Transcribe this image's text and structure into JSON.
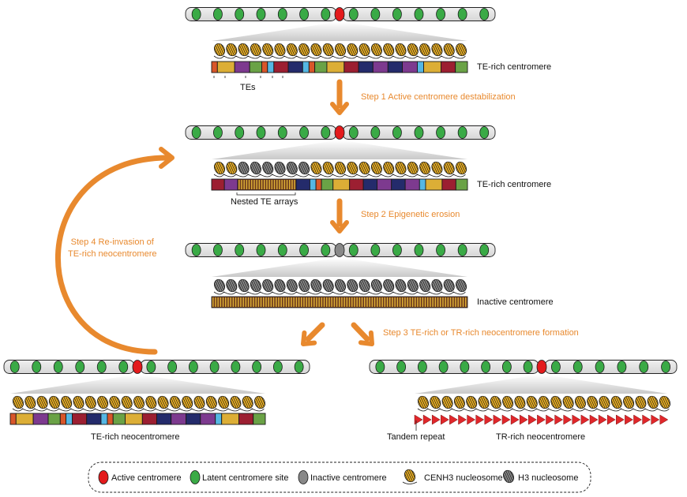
{
  "colors": {
    "active": "#e31a1c",
    "latent": "#3aaa46",
    "inactive": "#888888",
    "chromosome": "#e6e6e6",
    "arrow": "#e8892e",
    "cenh3": "#f0b323",
    "h3": "#8c8c8c",
    "tandem_repeat": "#e0272b",
    "te_palette": {
      "O": "#d9562a",
      "Y": "#dcae36",
      "P": "#7d3a8f",
      "G": "#6aa246",
      "C": "#55b7e3",
      "R": "#9c1f31",
      "N": "#242b6b"
    }
  },
  "panels": {
    "panel1": {
      "label": "TE-rich centromere",
      "te_pattern": [
        "O",
        "Y",
        "P",
        "G",
        "O",
        "C",
        "R",
        "N",
        "C",
        "O",
        "G",
        "Y",
        "R",
        "N",
        "P",
        "N",
        "P",
        "C",
        "Y",
        "R",
        "G"
      ],
      "te_tick_label": "TEs",
      "centromere_state": "active"
    },
    "panel2": {
      "label": "TE-rich centromere",
      "nested_label": "Nested TE arrays",
      "centromere_state": "active"
    },
    "panel3": {
      "label": "Inactive centromere",
      "centromere_state": "inactive"
    },
    "panel4": {
      "label": "TE-rich neocentromere",
      "centromere_state": "active"
    },
    "panel5": {
      "label": "TR-rich neocentromere",
      "repeat_label": "Tandem repeat",
      "centromere_state": "active"
    }
  },
  "steps": {
    "step1": "Step 1 Active centromere destabilization",
    "step2": "Step 2 Epigenetic erosion",
    "step3": "Step 3 TE-rich or TR-rich neocentromere formation",
    "step4_line1": "Step 4 Re-invasion of",
    "step4_line2": "TE-rich neocentromere"
  },
  "legend": {
    "items": [
      {
        "label": "Active centromere",
        "icon": "red-oval-icon"
      },
      {
        "label": "Latent centromere site",
        "icon": "green-oval-icon"
      },
      {
        "label": "Inactive centromere",
        "icon": "gray-oval-icon"
      },
      {
        "label": "CENH3 nucleosome",
        "icon": "cenh3-nucleosome-icon"
      },
      {
        "label": "H3 nucleosome",
        "icon": "h3-nucleosome-icon"
      }
    ]
  }
}
